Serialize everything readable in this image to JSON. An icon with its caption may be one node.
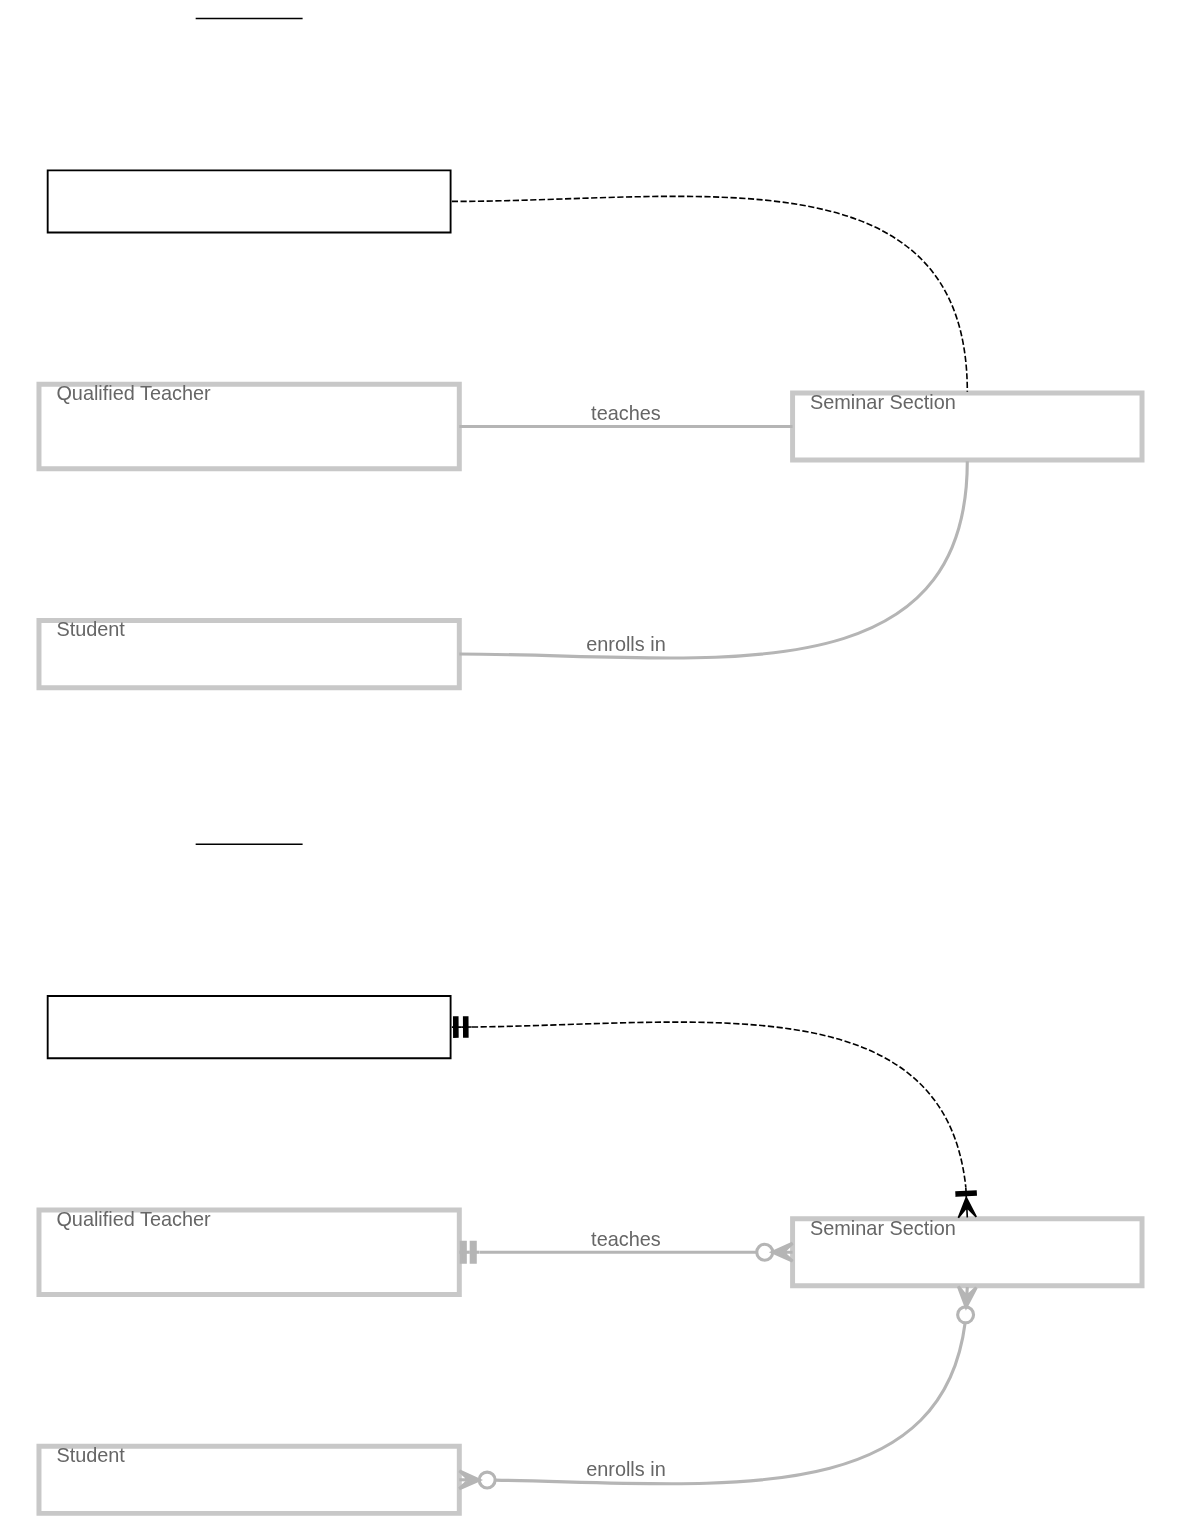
{
  "diagram": {
    "nodes": [
      {
        "text": [],
        "shape": "line"
      },
      {
        "text": [],
        "shape": "box"
      },
      {
        "text": [
          "Qualified Teacher"
        ]
      },
      {
        "text": [
          "Seminar Section"
        ]
      },
      {
        "text": [
          "Student"
        ]
      },
      {
        "text": [],
        "shape": "line"
      },
      {
        "text": [],
        "shape": "box"
      },
      {
        "text": [
          "Qualified Teacher"
        ]
      },
      {
        "text": [
          "Seminar Section"
        ]
      },
      {
        "text": [
          "Student"
        ]
      }
    ],
    "edges": [
      {
        "from": 1,
        "to": 3,
        "arrow": "none",
        "style": "dashed",
        "color": "#000000"
      },
      {
        "from": 2,
        "to": 3,
        "arrow": "none",
        "label": "teaches"
      },
      {
        "from": 4,
        "to": 3,
        "arrow": "none",
        "label": "enrolls in"
      },
      {
        "from": 6,
        "to": 8,
        "arrow": "other",
        "style": "dashed",
        "color": "#000000"
      },
      {
        "from": 7,
        "to": 8,
        "arrow": "other",
        "label": "teaches"
      },
      {
        "from": 9,
        "to": 8,
        "arrow": "other",
        "label": "enrolls in"
      }
    ]
  }
}
